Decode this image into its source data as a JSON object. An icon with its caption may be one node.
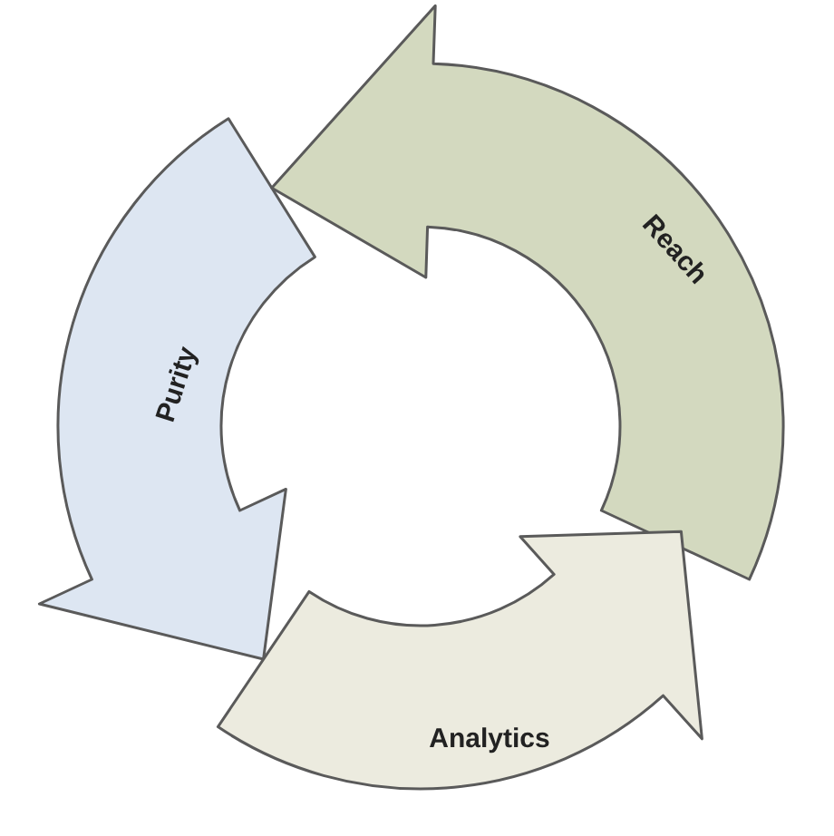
{
  "diagram": {
    "nodes": [
      {
        "text": [
          "Reach"
        ]
      },
      {
        "text": [
          "Purity"
        ]
      },
      {
        "text": [
          "Analytics"
        ]
      }
    ]
  }
}
